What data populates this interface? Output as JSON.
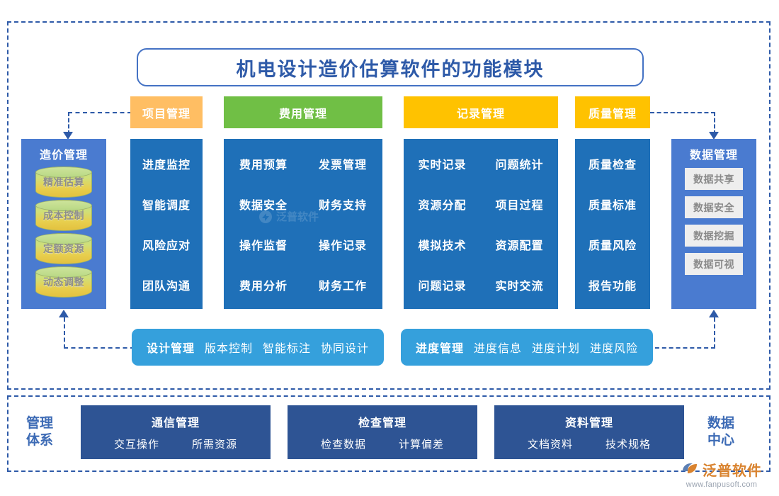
{
  "title": "机电设计造价估算软件的功能模块",
  "colors": {
    "frame_dashed": "#2E5AA8",
    "title_border": "#4472C4",
    "header_orange": "#FFBE63",
    "header_green": "#70BF45",
    "header_gold": "#FFC200",
    "column_blue": "#1F70B8",
    "side_blue": "#4A7BD0",
    "bar_blue": "#35A0DC",
    "bottom_blue": "#2E5494",
    "logo_orange": "#D9832F"
  },
  "left_panel": {
    "title": "造价管理",
    "items": [
      "精准估算",
      "成本控制",
      "定额资源",
      "动态调整"
    ]
  },
  "right_panel": {
    "title": "数据管理",
    "items": [
      "数据共享",
      "数据安全",
      "数据挖掘",
      "数据可视"
    ]
  },
  "columns": [
    {
      "header": "项目管理",
      "header_color": "#FFBE63",
      "rows": [
        [
          "进度监控"
        ],
        [
          "智能调度"
        ],
        [
          "风险应对"
        ],
        [
          "团队沟通"
        ]
      ]
    },
    {
      "header": "费用管理",
      "header_color": "#70BF45",
      "rows": [
        [
          "费用预算",
          "发票管理"
        ],
        [
          "数据安全",
          "财务支持"
        ],
        [
          "操作监督",
          "操作记录"
        ],
        [
          "费用分析",
          "财务工作"
        ]
      ]
    },
    {
      "header": "记录管理",
      "header_color": "#FFC200",
      "rows": [
        [
          "实时记录",
          "问题统计"
        ],
        [
          "资源分配",
          "项目过程"
        ],
        [
          "模拟技术",
          "资源配置"
        ],
        [
          "问题记录",
          "实时交流"
        ]
      ]
    },
    {
      "header": "质量管理",
      "header_color": "#FFC200",
      "rows": [
        [
          "质量检查"
        ],
        [
          "质量标准"
        ],
        [
          "质量风险"
        ],
        [
          "报告功能"
        ]
      ]
    }
  ],
  "bars": [
    {
      "lead": "设计管理",
      "items": [
        "版本控制",
        "智能标注",
        "协同设计"
      ]
    },
    {
      "lead": "进度管理",
      "items": [
        "进度信息",
        "进度计划",
        "进度风险"
      ]
    }
  ],
  "bottom": {
    "left_label": "管理\n体系",
    "left_label_line1": "管理",
    "left_label_line2": "体系",
    "right_label_line1": "数据",
    "right_label_line2": "中心",
    "boxes": [
      {
        "title": "通信管理",
        "items": [
          "交互操作",
          "所需资源"
        ]
      },
      {
        "title": "检查管理",
        "items": [
          "检查数据",
          "计算偏差"
        ]
      },
      {
        "title": "资料管理",
        "items": [
          "文档资料",
          "技术规格"
        ]
      }
    ]
  },
  "watermark": {
    "text": "泛普软件"
  },
  "logo": {
    "name": "泛普软件",
    "url": "www.fanpusoft.com"
  }
}
